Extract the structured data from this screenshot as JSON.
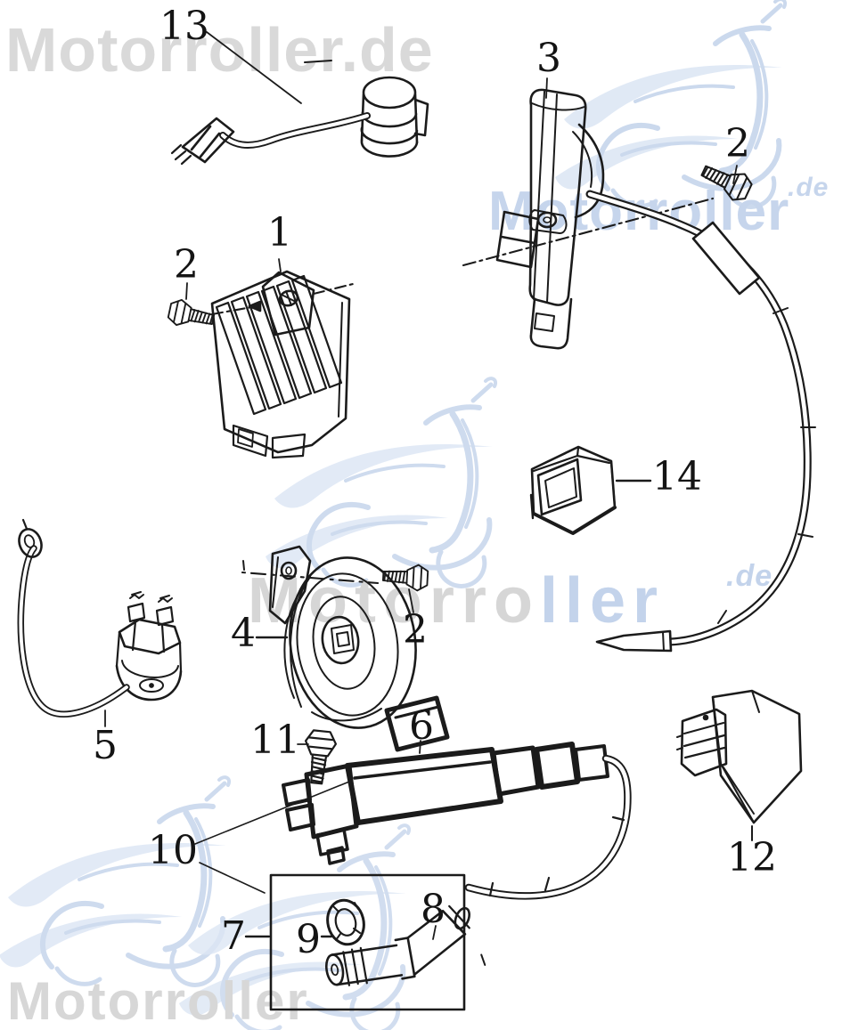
{
  "watermarks": {
    "top_left_text": "Motorroller.de",
    "top_right_text": "Motorroller",
    "top_right_de": ".de",
    "middle_text_gray": "Motorro",
    "middle_text_blue": "ller",
    "middle_de": ".de",
    "bottom_text": "Motorroller",
    "gray_hex": "#d7d7d7",
    "blue_hex": "#c3d3eb",
    "scooter_logo_hex": "#cfdcf0"
  },
  "callouts": [
    {
      "label": "13",
      "part": "condenser-with-cable"
    },
    {
      "label": "3",
      "part": "ignition-switch-assembly"
    },
    {
      "label": "2",
      "part": "hex-bolt"
    },
    {
      "label": "1",
      "part": "rectifier-regulator"
    },
    {
      "label": "2",
      "part": "hex-bolt"
    },
    {
      "label": "14",
      "part": "relay-cover"
    },
    {
      "label": "4",
      "part": "horn"
    },
    {
      "label": "2",
      "part": "hex-bolt"
    },
    {
      "label": "5",
      "part": "starter-relay-with-wire"
    },
    {
      "label": "11",
      "part": "hex-bolt"
    },
    {
      "label": "6",
      "part": "ignition-coil"
    },
    {
      "label": "10",
      "part": "ignition-coil-assembly"
    },
    {
      "label": "12",
      "part": "cdi-unit"
    },
    {
      "label": "7",
      "part": "spark-plug-cap-kit-box"
    },
    {
      "label": "9",
      "part": "seal-ring"
    },
    {
      "label": "8",
      "part": "spark-plug-cap"
    }
  ]
}
